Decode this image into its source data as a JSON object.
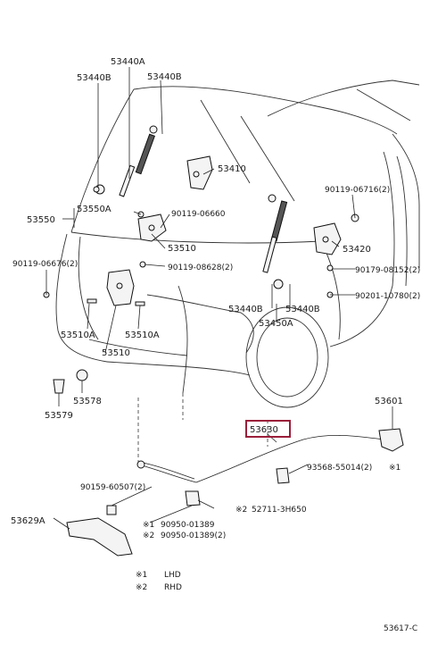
{
  "callouts": {
    "c53440A": "53440A",
    "c53440B_top_left": "53440B",
    "c53440B_top_right": "53440B",
    "c53410": "53410",
    "c90119_06716": "90119-06716(2)",
    "c53550": "53550",
    "c53550A": "53550A",
    "c90119_06660": "90119-06660",
    "c53420": "53420",
    "c53510": "53510",
    "c90119_06676": "90119-06676(2)",
    "c90119_08628": "90119-08628(2)",
    "c90179_08152": "90179-08152(2)",
    "c90201_10780": "90201-10780(2)",
    "c53440B_lower_left": "53440B",
    "c53440B_lower_right": "53440B",
    "c53450A": "53450A",
    "c53510A_left": "53510A",
    "c53510A_right": "53510A",
    "c53578": "53578",
    "c53579": "53579",
    "c53601": "53601",
    "c53630": "53630",
    "c93568_55014": "93568-55014(2)",
    "c93568_note": "※1",
    "c90159_60507": "90159-60507(2)",
    "c52711_3H650": "52711-3H650",
    "c52711_mark": "※2",
    "c53629A": "53629A",
    "c90950_01389": "90950-01389",
    "c90950_01389_mark": "※1",
    "c90950_01389b": "90950-01389(2)",
    "c90950_01389b_mark": "※2"
  },
  "legend": {
    "lhd_mark": "※1",
    "lhd_text": "LHD",
    "rhd_mark": "※2",
    "rhd_text": "RHD"
  },
  "figure_id": "53617-C",
  "highlight_color": "#9b1f3a"
}
